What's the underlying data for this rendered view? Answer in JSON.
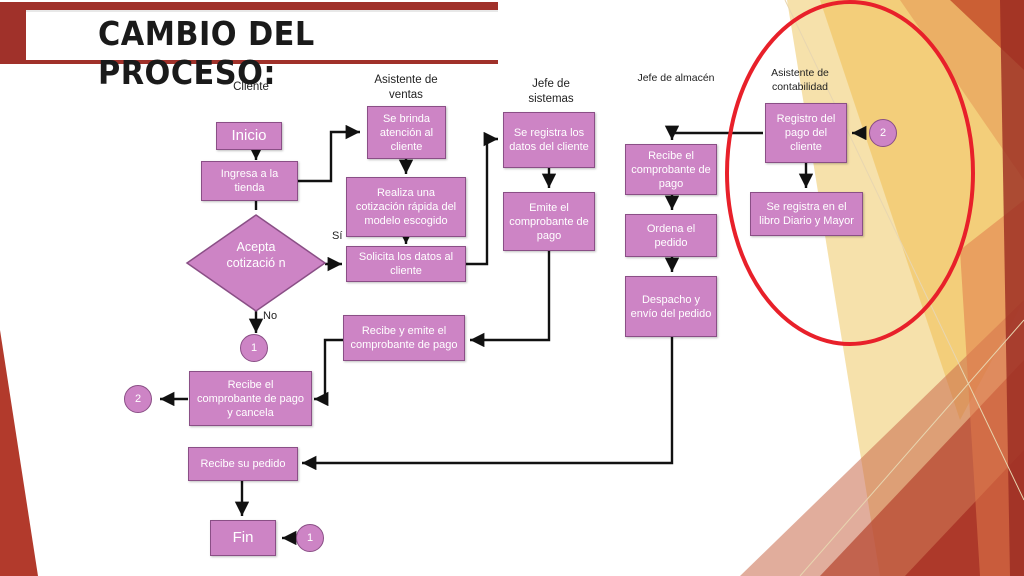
{
  "title": "CAMBIO DEL PROCESO:",
  "lanes": {
    "cliente": "Cliente",
    "asistente_ventas": "Asistente de ventas",
    "jefe_sistemas": "Jefe de sistemas",
    "jefe_almacen": "Jefe de almacén",
    "asistente_contabilidad": "Asistente de contabilidad"
  },
  "nodes": {
    "inicio": "Inicio",
    "ingresa": "Ingresa a la tienda",
    "acepta": "Acepta cotizació n",
    "brinda": "Se brinda atención al cliente",
    "cotizacion": "Realiza una cotización rápida del modelo escogido",
    "solicita": "Solicita los datos al cliente",
    "registra_datos": "Se registra los datos del cliente",
    "emite": "Emite el comprobante de pago",
    "recibe_emite": "Recibe y emite el comprobante de pago",
    "recibe_comprobante_almacen": "Recibe el comprobante de pago",
    "ordena": "Ordena el pedido",
    "despacho": "Despacho y envío del pedido",
    "registro_pago": "Registro del pago del cliente",
    "registra_libro": "Se registra en el libro Diario y Mayor",
    "recibe_cancela": "Recibe el comprobante de pago y cancela",
    "recibe_pedido": "Recibe su pedido",
    "fin": "Fin"
  },
  "connectors": {
    "c1_top": "1",
    "c2_left": "2",
    "c2_right": "2",
    "c1_bottom": "1"
  },
  "decision_labels": {
    "yes": "Sí",
    "no": "No"
  },
  "colors": {
    "node_fill": "#cd84c5",
    "node_border": "#8a4f86",
    "highlight_ring": "#e8202a",
    "title_bar": "#a0312a"
  }
}
